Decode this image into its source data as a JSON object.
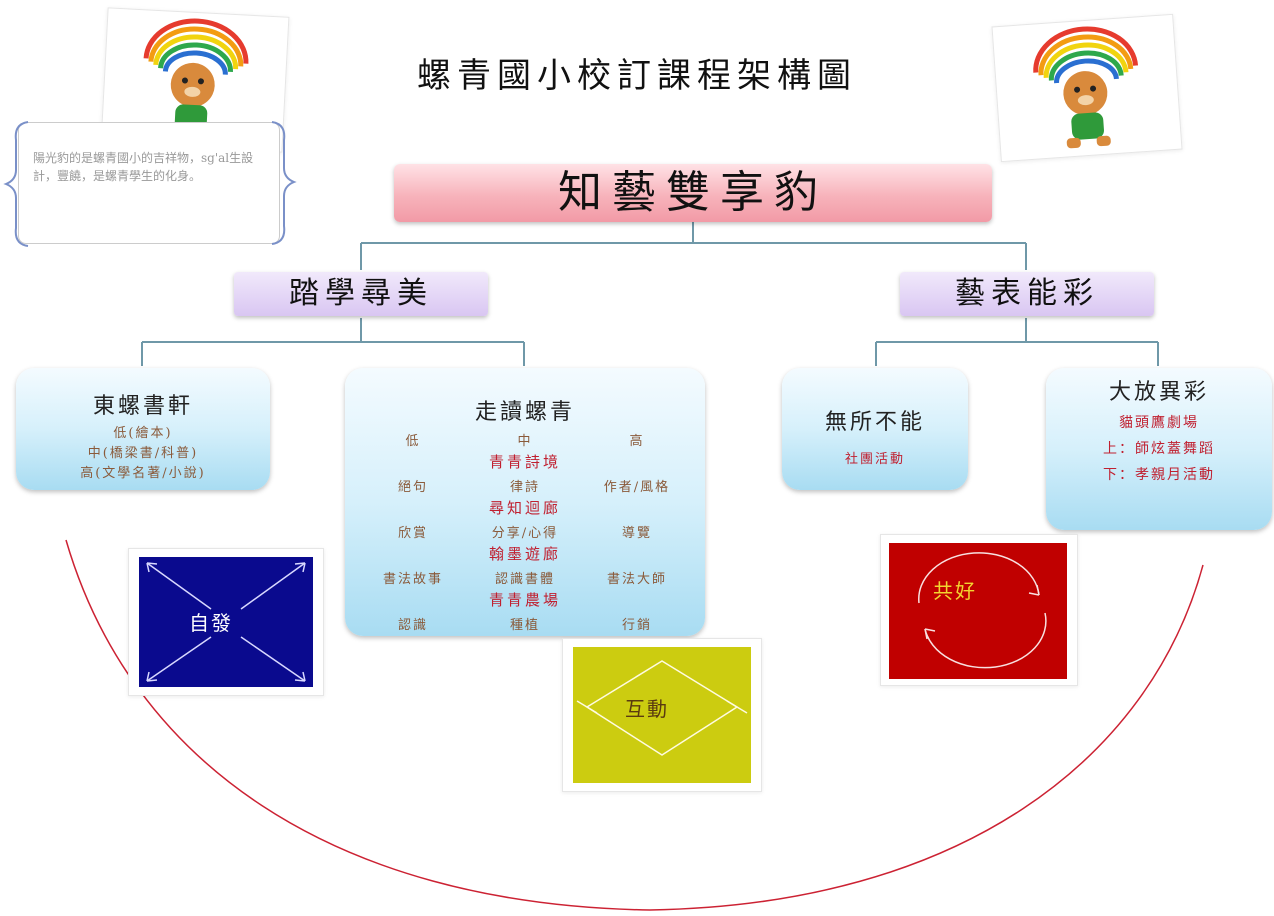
{
  "title": "螺青國小校訂課程架構圖",
  "note": "陽光豹的是螺青國小的吉祥物，sg'al生設計，豐饒，是螺青學生的化身。",
  "root": "知藝雙享豹",
  "branches": {
    "left": "踏學尋美",
    "right": "藝表能彩"
  },
  "leaves": {
    "dongluo": {
      "title": "東螺書軒",
      "lines": [
        "低(繪本)",
        "中(橋梁書/科普)",
        "高(文學名著/小說)"
      ]
    },
    "zoudu": {
      "title": "走讀螺青",
      "levels": [
        "低",
        "中",
        "高"
      ],
      "sections": [
        {
          "name": "青青詩境",
          "row": [
            "絕句",
            "律詩",
            "作者/風格"
          ]
        },
        {
          "name": "尋知迴廊",
          "row": [
            "欣賞",
            "分享/心得",
            "導覽"
          ]
        },
        {
          "name": "翰墨遊廊",
          "row": [
            "書法故事",
            "認識書體",
            "書法大師"
          ]
        },
        {
          "name": "青青農場",
          "row": [
            "認識",
            "種植",
            "行銷"
          ]
        }
      ]
    },
    "wusuo": {
      "title": "無所不能",
      "lines": [
        "社團活動"
      ]
    },
    "dafang": {
      "title": "大放異彩",
      "lines": [
        "貓頭鷹劇場",
        "上：師炫蓋舞蹈",
        "下：孝親月活動"
      ]
    }
  },
  "panels": {
    "zifa": "自發",
    "hudong": "互動",
    "gonghao": "共好"
  },
  "colors": {
    "zifa_bg": "#0a0a8e",
    "hudong_bg": "#cccc10",
    "gonghao_bg": "#c00000",
    "arc": "#cc2233",
    "connector": "#6f98a8"
  }
}
